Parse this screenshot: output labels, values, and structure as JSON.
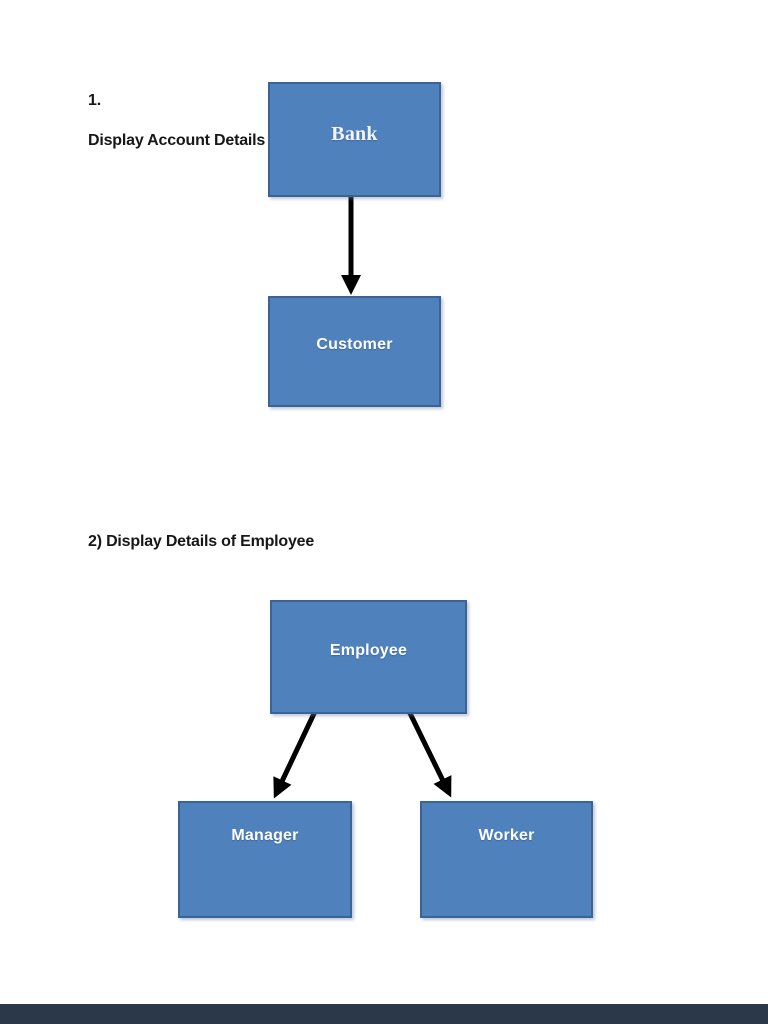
{
  "colors": {
    "page_background": "#FFFFFF",
    "node_fill": "#4F81BD",
    "node_border": "#3A6496",
    "node_text": "#FFFFFF",
    "heading_text": "#171717",
    "arrow": "#000000",
    "footer_bar": "#2B3848"
  },
  "section1": {
    "number_label": "1.",
    "title": "Display Account Details",
    "diagram": {
      "type": "flowchart",
      "nodes": [
        {
          "id": "bank",
          "label": "Bank"
        },
        {
          "id": "customer",
          "label": "Customer"
        }
      ],
      "edges": [
        {
          "from": "bank",
          "to": "customer"
        }
      ]
    }
  },
  "section2": {
    "title": "2) Display Details of Employee",
    "diagram": {
      "type": "flowchart",
      "nodes": [
        {
          "id": "employee",
          "label": "Employee"
        },
        {
          "id": "manager",
          "label": "Manager"
        },
        {
          "id": "worker",
          "label": "Worker"
        }
      ],
      "edges": [
        {
          "from": "employee",
          "to": "manager"
        },
        {
          "from": "employee",
          "to": "worker"
        }
      ]
    }
  }
}
